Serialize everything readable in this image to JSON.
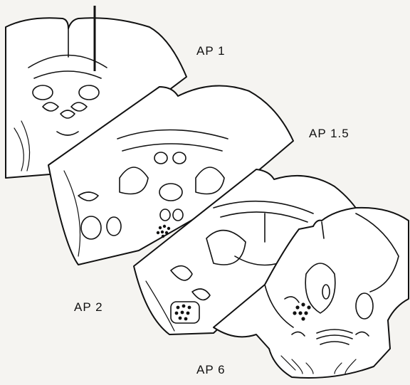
{
  "labels": {
    "ap1": "AP 1",
    "ap15": "AP 1.5",
    "ap2": "AP 2",
    "ap6": "AP 6"
  },
  "colors": {
    "ink": "#111111",
    "paper": "#f5f4f1",
    "section_fill": "#ffffff"
  }
}
